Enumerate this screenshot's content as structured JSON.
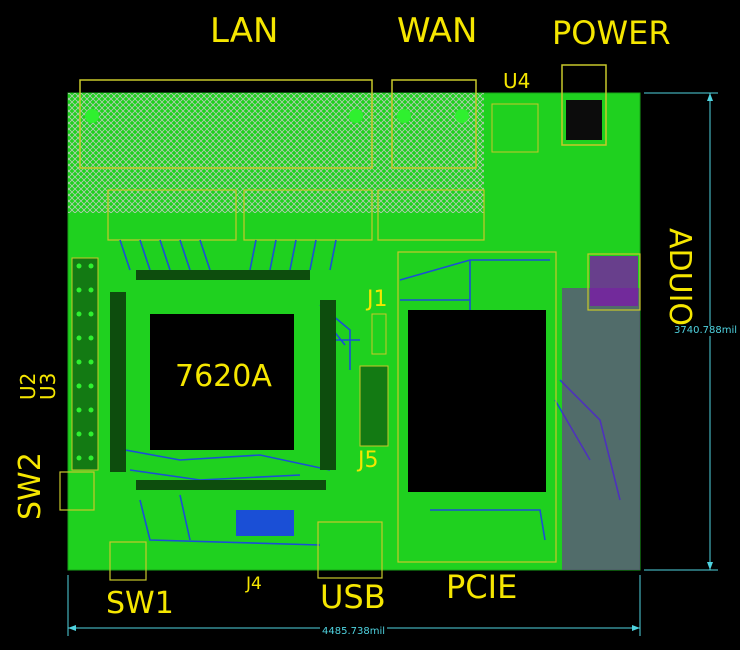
{
  "labels": {
    "lan": "LAN",
    "wan": "WAN",
    "power": "POWER",
    "u4": "U4",
    "audio": "ADUIO",
    "j1": "J1",
    "chip": "7620A",
    "u2": "U2",
    "u3": "U3",
    "sw2": "SW2",
    "j5": "J5",
    "sw1": "SW1",
    "j4": "J4",
    "usb": "USB",
    "pcie": "PCIE"
  },
  "dimensions": {
    "width": "4485.738mil",
    "height": "3740.788mil"
  },
  "colors": {
    "background": "#000000",
    "board": "#1fd11f",
    "label": "#f5e600",
    "trace": "#1a4fd6",
    "silkscreen": "#c8c82a",
    "dimension": "#4fd3e0",
    "pad": "#7a1aa8"
  }
}
